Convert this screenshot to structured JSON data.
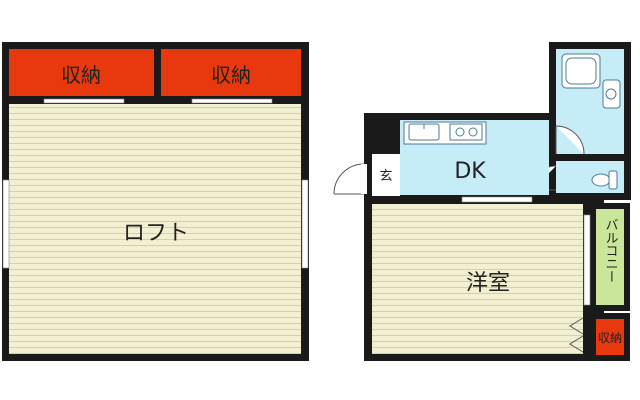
{
  "loft": {
    "storage_left": "収納",
    "storage_right": "収納",
    "room": "ロフト"
  },
  "main": {
    "entrance": "玄",
    "dk": "DK",
    "western_room": "洋室",
    "balcony": "バルコニー",
    "storage": "収納"
  },
  "colors": {
    "storage_fill": "#e8380d",
    "wet_area_fill": "#c5ecf7",
    "balcony_fill": "#c9e69a",
    "floor_fill": "#f3f0d2",
    "floor_line": "#dcd6a4",
    "wall": "#1a1a1a",
    "fixture_line": "#4a7a9a"
  }
}
